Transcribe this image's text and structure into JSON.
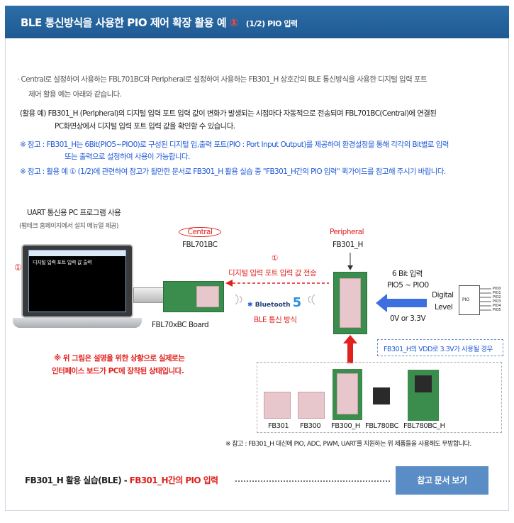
{
  "header": {
    "title": "BLE 통신방식을 사용한 PIO 제어 확장 활용 예",
    "circled": "①",
    "subtitle": "(1/2) PIO 입력"
  },
  "body": {
    "line1": "· Central로 설정하여 사용하는 FBL701BC와 Peripheral로 설정하여 사용하는 FB301_H 상호간의 BLE 통신방식을 사용한 디지털 입력 포트",
    "line2": "제어 활용 예는 아래와 같습니다.",
    "example1": "(활용 예) FB301_H (Peripheral)의 디지털 입력 포트 입력 값이 변화가 발생되는 시점마다 자동적으로 전송되며 FBL701BC(Central)에 연결된",
    "example2": "PC화면상에서 디지털 입력 포트 입력 값을 확인할 수 있습니다.",
    "note1a": "※ 참고 : FB301_H는 6Bit(PIO5~PIO0)로 구성된 디지털 입,출력 포트(PIO : Port Input Output)를 제공하며 환경설정을 통해 각각의 Bit별로 입력",
    "note1b": "또는 출력으로 설정하여 사용이 가능합니다.",
    "note2": "※ 참고 : 활용 예 ① (1/2)에 관련하여 참고가 될만한 문서로 FB301_H 활용 실습 중 \"FB301_H간의 PIO 입력\" 퀵가이드를 참고해 주시기 바랍니다."
  },
  "diagram": {
    "uart_title": "UART 통신용 PC 프로그램 사용",
    "uart_sub": "(펌테크 홈페이지에서 설치 메뉴얼 제공)",
    "marker_left": "①",
    "screen_text": "디지털 입력 포트 입력 값 출력",
    "central_role": "Central",
    "central_model": "FBL701BC",
    "central_board": "FBL70xBC Board",
    "peripheral_role": "Peripheral",
    "peripheral_model": "FB301_H",
    "transfer_marker": "①",
    "transfer_label": "디지털 입력 포트 입력 값 전송",
    "bluetooth_label": "Bluetooth",
    "bluetooth_version": "5",
    "ble_method": "BLE 통신 방식",
    "six_bit": "6 Bit 입력",
    "pio_range": "PIO5 ~ PIO0",
    "digital": "Digital",
    "level": "Level",
    "voltage": "0V or 3.3V",
    "vdd_note": "FB301_H의 VDD로 3.3V가 사용될 경우",
    "pio_chip": "PIO",
    "pio_pins": [
      "PIO0",
      "PIO1",
      "PIO2",
      "PIO3",
      "PIO4",
      "PIO5"
    ],
    "warning1": "※ 위 그림은 설명을 위한 상황으로 실제로는",
    "warning2": "인터페이스 보드가 PC에 장착된 상태입니다.",
    "products": [
      "FB301",
      "FB300",
      "FB300_H",
      "FBL780BC",
      "FBL780BC_H"
    ],
    "product_note": "※ 참고 : FB301_H 대신에 PIO, ADC, PWM, UART를 지원하는 위 제품들을 사용해도 무방합니다."
  },
  "footer": {
    "title_black": "FB301_H 활용 실습(BLE) - ",
    "title_red": "FB301_H간의 PIO 입력",
    "button": "참고 문서 보기"
  },
  "colors": {
    "header_bg": "#1f5a93",
    "accent_red": "#e0201c",
    "note_blue": "#1f5ad8",
    "button_bg": "#5a8cc6",
    "board_green": "#3a8d4c"
  }
}
